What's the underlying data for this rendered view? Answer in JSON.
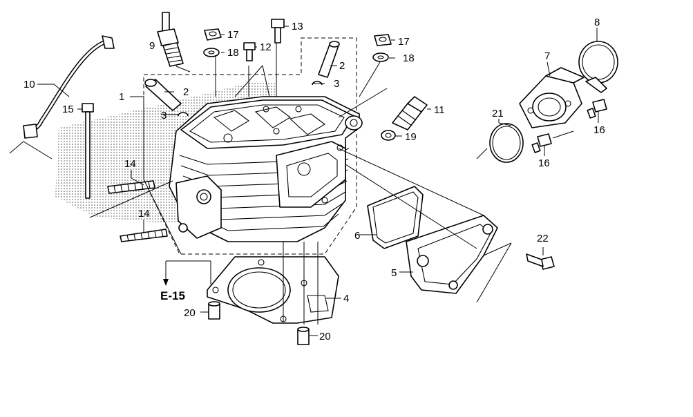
{
  "diagram": {
    "title": "Cylinder Head Exploded View",
    "reference_label": "E-15",
    "callouts": {
      "c1": "1",
      "c2a": "2",
      "c2b": "2",
      "c3a": "3",
      "c3b": "3",
      "c4": "4",
      "c5": "5",
      "c6": "6",
      "c7": "7",
      "c8": "8",
      "c9": "9",
      "c10": "10",
      "c11": "11",
      "c12": "12",
      "c13": "13",
      "c14a": "14",
      "c14b": "14",
      "c15": "15",
      "c16a": "16",
      "c16b": "16",
      "c17a": "17",
      "c17b": "17",
      "c18a": "18",
      "c18b": "18",
      "c19": "19",
      "c20a": "20",
      "c20b": "20",
      "c21": "21",
      "c22": "22"
    }
  }
}
